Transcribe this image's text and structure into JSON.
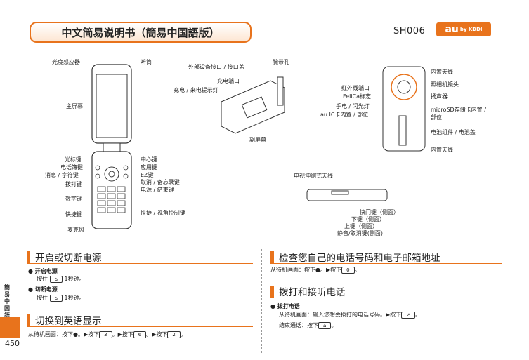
{
  "header": {
    "title": "中文简易说明书（簡易中国語版）",
    "model": "SH006",
    "brand_logo": "au",
    "brand_sub": "by KDDI"
  },
  "diagram_front": {
    "labels": [
      "光度感应器",
      "听筒",
      "主屏幕",
      "光标键",
      "电话簿键",
      "消息 / 字符键",
      "拨打键",
      "数字键",
      "快捷键",
      "麦克风",
      "中心键",
      "应用键",
      "EZ键",
      "取消 / 备忘录键",
      "电源 / 结束键",
      "快捷 / 视角控制键"
    ]
  },
  "diagram_side": {
    "labels": [
      "外部设备接口 / 接口盖",
      "腕带孔",
      "充电端口",
      "充电 / 来电提示灯",
      "副屏幕"
    ]
  },
  "diagram_back": {
    "labels": [
      "内置天线",
      "照相机镜头",
      "扬声器",
      "microSD存储卡内置 /",
      "部位",
      "电池组件 / 电池盖",
      "内置天线",
      "红外线端口",
      "FeliCa标志",
      "手电 / 闪光灯",
      "au IC卡内置 / 部位"
    ]
  },
  "diagram_bottom": {
    "labels": [
      "电视伸缩式天线",
      "快门键（侧面）",
      "下键（侧面）",
      "上键（侧面）",
      "静音/取消键(侧面)"
    ]
  },
  "sections": {
    "power": {
      "title": "开启或切断电源",
      "on_title": "开启电源",
      "on_text_a": "按住",
      "on_key": "⌂",
      "on_text_b": "1秒钟。",
      "off_title": "切断电源",
      "off_text_a": "按住",
      "off_key": "⌂",
      "off_text_b": "1秒钟。"
    },
    "english": {
      "title": "切换到英语显示",
      "text": "从待机画面：按下●。▶按下",
      "k1": "3",
      "k2": "6",
      "k3": "2",
      "sep": "。▶按下",
      "end": "。"
    },
    "check": {
      "title": "检查您自己的电话号码和电子邮箱地址",
      "text": "从待机画面：按下●。▶按下",
      "key": "0",
      "end": "。"
    },
    "call": {
      "title": "拨打和接听电话",
      "sub": "拨打电话",
      "line1": "从待机画面：输入您想要拨打的电话号码。▶按下",
      "line1_end": "。",
      "line2": "结束通话：按下",
      "line2_end": "。"
    }
  },
  "sidebar": {
    "text": "簡易中国語",
    "page": "450"
  },
  "colors": {
    "accent": "#e8731c"
  }
}
